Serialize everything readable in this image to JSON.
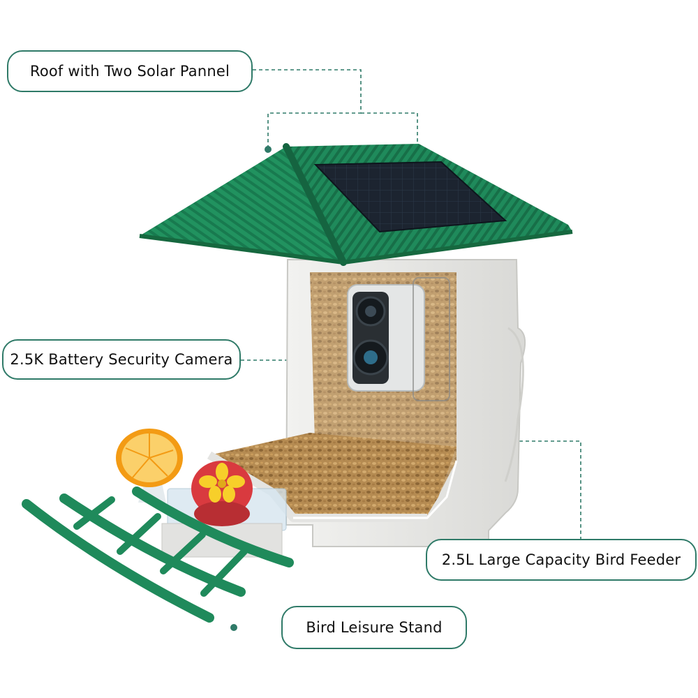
{
  "callouts": {
    "roof": "Roof with Two Solar Pannel",
    "camera": "2.5K Battery Security Camera",
    "feeder": "2.5L Large Capacity Bird Feeder",
    "stand": "Bird Leisure Stand"
  },
  "colors": {
    "roof_green": "#1f8a5b",
    "accent_teal": "#2f7a68",
    "body_grey": "#e8e8e6",
    "seed_brown": "#b58b52",
    "orange": "#f5a21b",
    "nectar_red": "#d93a3f",
    "flower_yellow": "#f7cf2a"
  }
}
